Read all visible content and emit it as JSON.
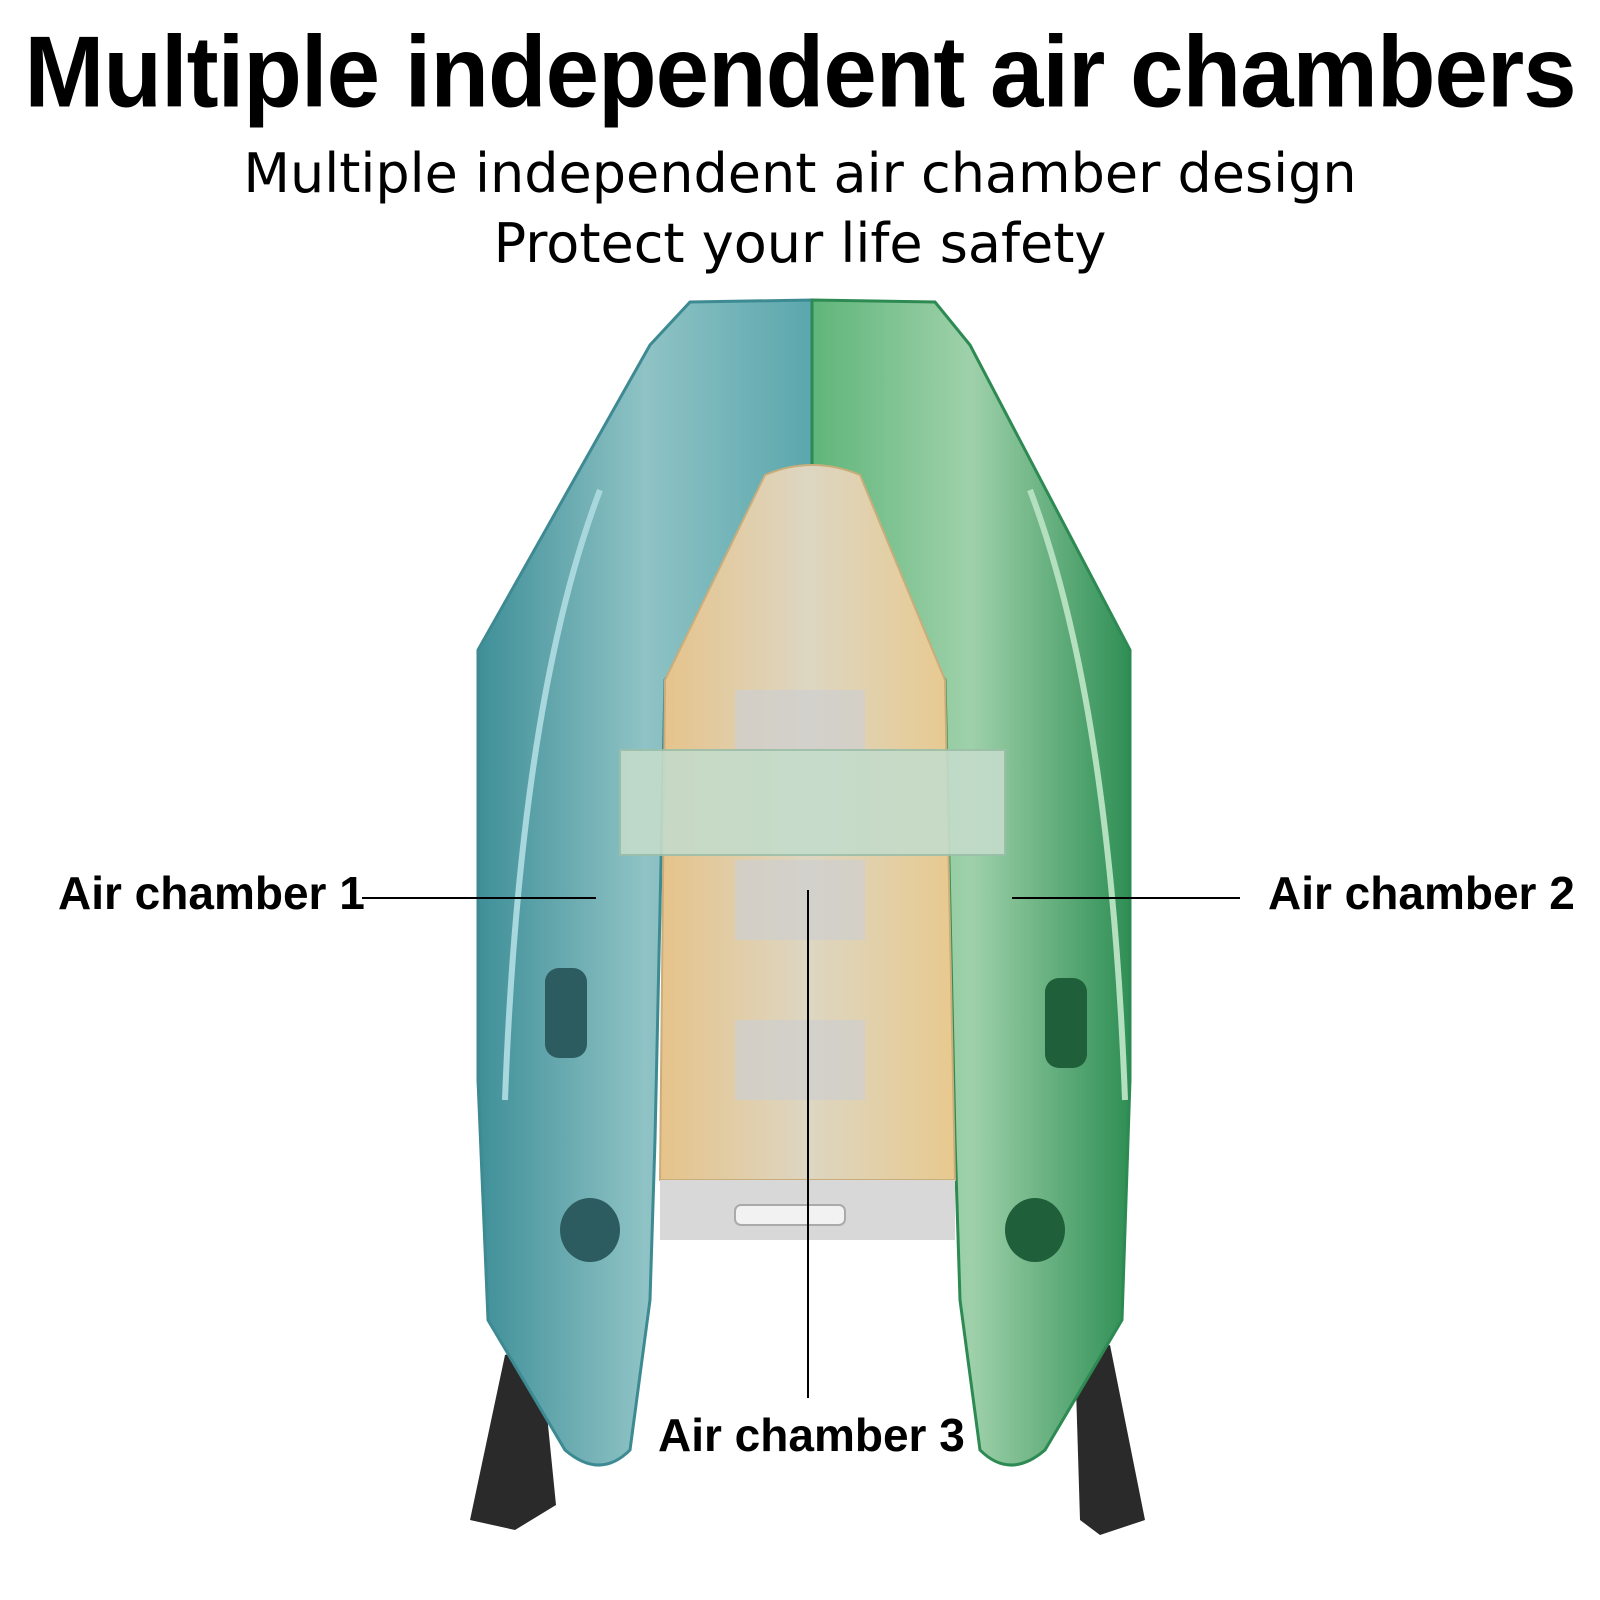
{
  "header": {
    "title": "Multiple independent air chambers",
    "subtitle_line1": "Multiple independent air chamber design",
    "subtitle_line2": "Protect your life safety"
  },
  "labels": {
    "chamber1": "Air chamber 1",
    "chamber2": "Air chamber 2",
    "chamber3": "Air chamber 3"
  },
  "colors": {
    "chamber1": "#5aa7ad",
    "chamber2": "#3fa567",
    "chamber3": "#e8c98e",
    "floor": "#c8c8c8",
    "oar": "#2a2a2a"
  }
}
